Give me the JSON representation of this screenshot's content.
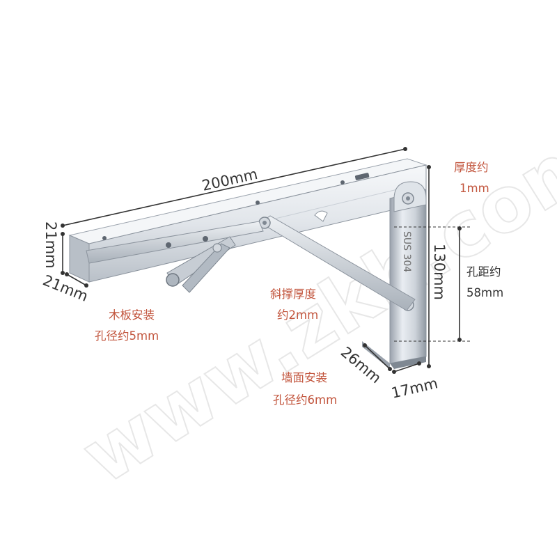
{
  "dimensions": {
    "length": "200mm",
    "height": "130mm",
    "top_width": "21mm",
    "top_depth": "21mm",
    "wall_depth": "26mm",
    "wall_width": "17mm"
  },
  "notes": {
    "plate_thickness": {
      "line1": "厚度约",
      "line2": "1mm"
    },
    "hole_spacing": {
      "line1": "孔距约",
      "line2": "58mm"
    },
    "strut_thickness": {
      "line1": "斜撑厚度",
      "line2": "约2mm"
    },
    "board_hole": {
      "line1": "木板安装",
      "line2": "孔径约5mm"
    },
    "wall_hole": {
      "line1": "墙面安装",
      "line2": "孔径约6mm"
    }
  },
  "stamp": "SUS 304",
  "watermark": "www.zkh.com",
  "colors": {
    "accent_text": "#c2553d",
    "dim_text": "#333333",
    "steel_light": "#e9edf2",
    "steel_mid": "#c3c9d1",
    "steel_dark": "#8b939d"
  }
}
